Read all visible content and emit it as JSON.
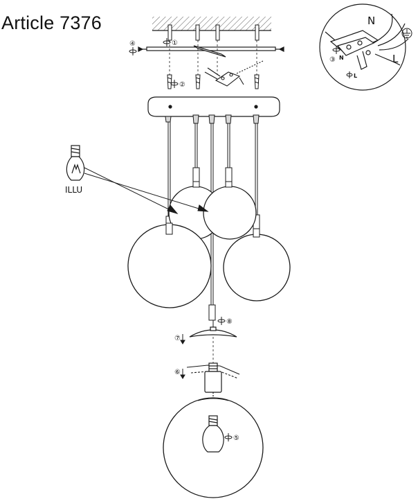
{
  "title": "Article 7376",
  "labels": {
    "illu": "ILLU",
    "neutral": "N",
    "live": "L",
    "terminal_n": "N",
    "terminal_l": "L"
  },
  "steps": {
    "s1": "①",
    "s2": "②",
    "s3": "③",
    "s4": "④",
    "s5": "⑤",
    "s6": "⑥",
    "s7": "⑦",
    "s8": "⑧"
  },
  "icons": [
    "earth-ground-icon",
    "rotate-icon",
    "arrow-down-icon",
    "bulb-icon",
    "screw-icon"
  ],
  "colors": {
    "line": "#1a1a1a",
    "hatch": "#555555",
    "globe_fill": "#ffffff"
  }
}
